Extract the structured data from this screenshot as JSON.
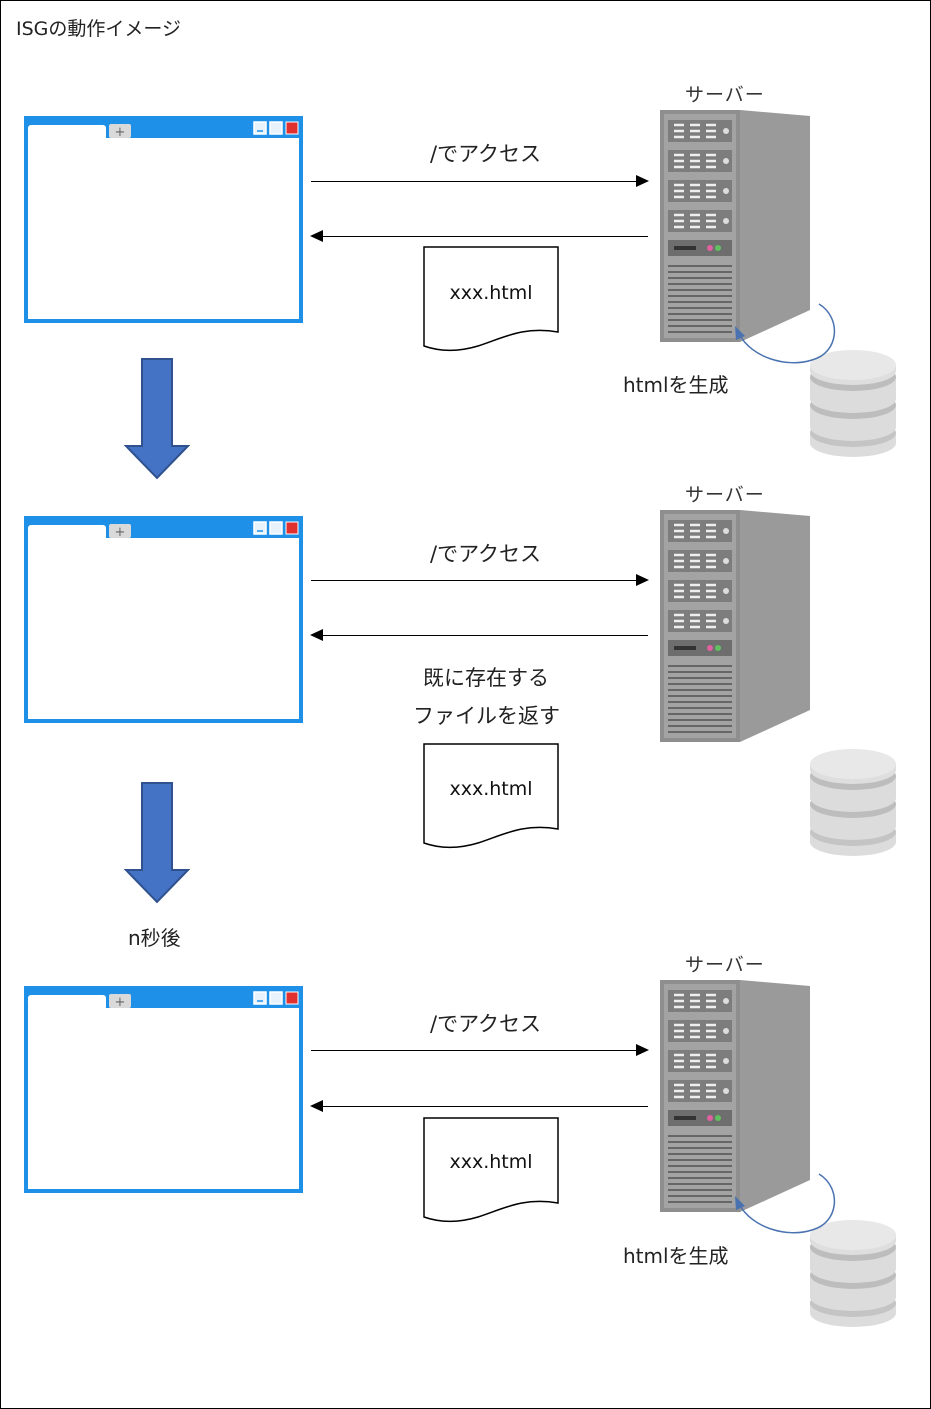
{
  "diagram": {
    "title": "ISGの動作イメージ",
    "server_label": "サーバー",
    "request_label": "/でアクセス",
    "file_name": "xxx.html",
    "generate_label": "htmlを生成",
    "existing_note_line1": "既に存在する",
    "existing_note_line2": "ファイルを返す",
    "delay_label": "n秒後"
  },
  "colors": {
    "browser_frame": "#1e90e8",
    "arrow_fill": "#4472c4",
    "arrow_stroke": "#2f528f",
    "loop_arrow": "#4a72b0",
    "server_gray": "#8c8c8c",
    "db_gray": "#c8c8c8"
  },
  "icons": [
    "browser-window-icon",
    "server-icon",
    "database-icon",
    "document-icon",
    "down-arrow-icon"
  ]
}
